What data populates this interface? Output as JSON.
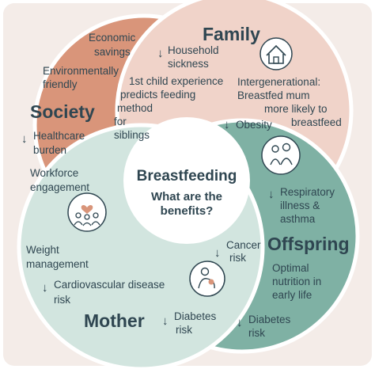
{
  "colors": {
    "background": "#f4ece8",
    "society": "#d9957a",
    "family": "#f0d3c9",
    "offspring": "#7fb1a4",
    "mother": "#d2e5df",
    "text": "#2f4651"
  },
  "center": {
    "title": "Breastfeeding",
    "subtitle_line1": "What are the",
    "subtitle_line2": "benefits?"
  },
  "society": {
    "heading": "Society",
    "icon": "community-icon",
    "items": {
      "economic_1": "Economic",
      "economic_2": "savings",
      "env_1": "Environmentally",
      "env_2": "friendly",
      "health_1": "Healthcare",
      "health_2": "burden",
      "work_1": "Workforce",
      "work_2": "engagement"
    }
  },
  "family": {
    "heading": "Family",
    "icon": "house-icon",
    "items": {
      "hh_1": "Household",
      "hh_2": "sickness",
      "first_1": "1st child experience",
      "first_2": "predicts feeding",
      "first_3": "method",
      "first_4": "for",
      "first_5": "siblings",
      "inter_1": "Intergenerational:",
      "inter_2": "Breastfed mum",
      "inter_3": "more likely to",
      "inter_4": "breastfeed"
    }
  },
  "offspring": {
    "heading": "Offspring",
    "icon": "family-icon",
    "items": {
      "obesity": "Obesity",
      "resp_1": "Respiratory",
      "resp_2": "illness &",
      "resp_3": "asthma",
      "opt_1": "Optimal",
      "opt_2": "nutrition in",
      "opt_3": "early life",
      "diab_1": "Diabetes",
      "diab_2": "risk"
    }
  },
  "mother": {
    "heading": "Mother",
    "icon": "breastfeeding-mother-icon",
    "items": {
      "weight_1": "Weight",
      "weight_2": "management",
      "cardio_1": "Cardiovascular disease",
      "cardio_2": "risk",
      "cancer_1": "Cancer",
      "cancer_2": "risk",
      "diab_1": "Diabetes",
      "diab_2": "risk"
    }
  }
}
